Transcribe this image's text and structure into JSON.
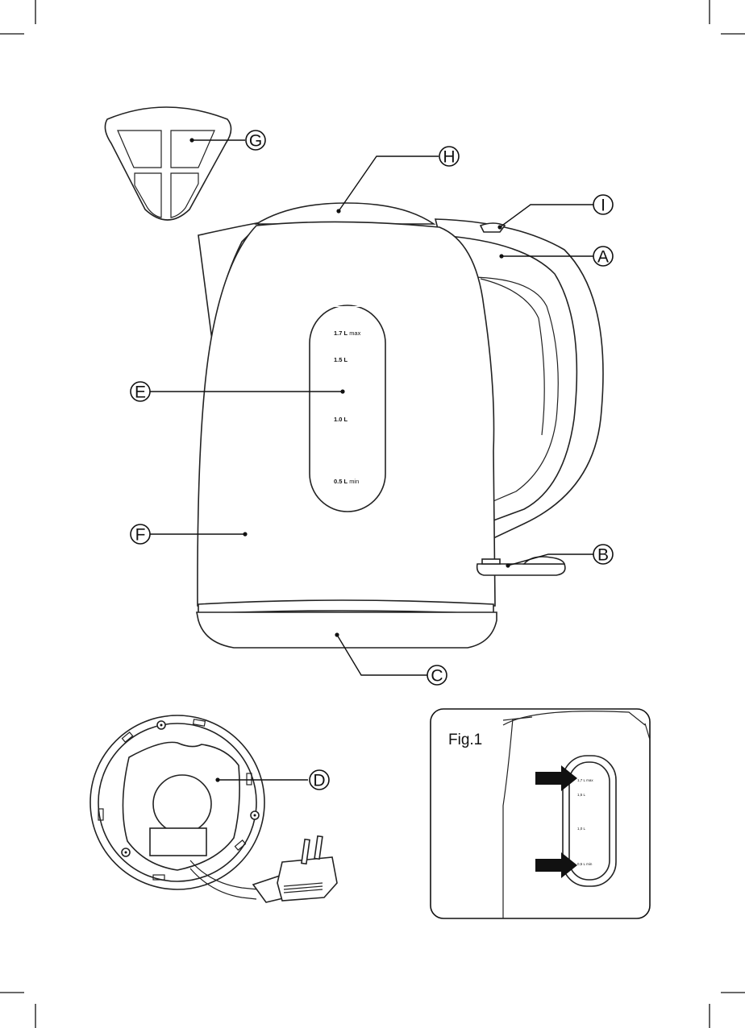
{
  "parts": {
    "A": "A",
    "B": "B",
    "C": "C",
    "D": "D",
    "E": "E",
    "F": "F",
    "G": "G",
    "H": "H",
    "I": "I"
  },
  "gauge": {
    "max": {
      "value": "1.7 L",
      "suffix": "max"
    },
    "l15": "1.5 L",
    "l10": "1.0 L",
    "min": {
      "value": "0.5 L",
      "suffix": "min"
    }
  },
  "fig1": {
    "title": "Fig.1",
    "max": "1,7 L max",
    "l15": "1,5 L",
    "l10": "1,0 L",
    "min": "0,5 L min"
  }
}
